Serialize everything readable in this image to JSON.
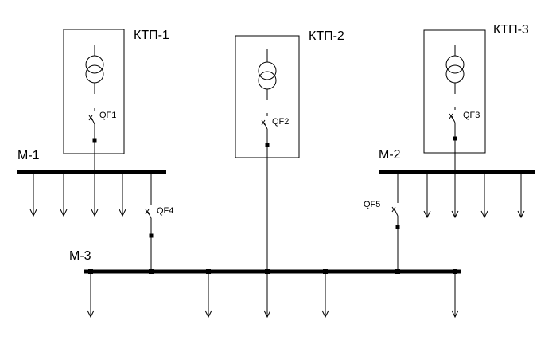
{
  "substations": [
    {
      "id": "ktp1",
      "label": "КТП-1",
      "breaker": "QF1"
    },
    {
      "id": "ktp2",
      "label": "КТП-2",
      "breaker": "QF2"
    },
    {
      "id": "ktp3",
      "label": "КТП-3",
      "breaker": "QF3"
    }
  ],
  "busbars": [
    {
      "id": "m1",
      "label": "М-1"
    },
    {
      "id": "m2",
      "label": "М-2"
    },
    {
      "id": "m3",
      "label": "М-3"
    }
  ],
  "tie_breakers": [
    {
      "id": "qf4",
      "label": "QF4"
    },
    {
      "id": "qf5",
      "label": "QF5"
    }
  ]
}
